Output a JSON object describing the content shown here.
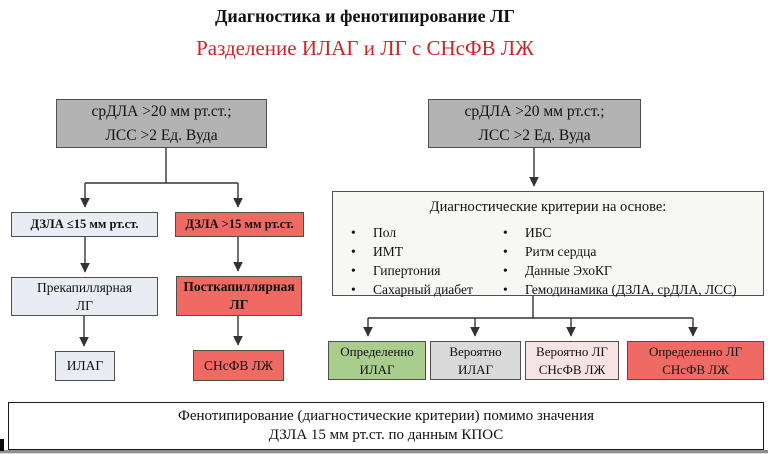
{
  "header": {
    "title": "Диагностика и фенотипирование ЛГ",
    "subtitle": "Разделение ИЛАГ и ЛГ с СНсФВ ЛЖ"
  },
  "left_chart": {
    "root": {
      "line1": "срДЛА >20 мм рт.ст.;",
      "line2": "ЛСС >2 Ед. Вуда"
    },
    "wedge_low": "ДЗЛА ≤15 мм рт.ст.",
    "wedge_high": "ДЗЛА >15 мм рт.ст.",
    "precapillary": {
      "line1": "Прекапиллярная",
      "line2": "ЛГ"
    },
    "postcapillary": {
      "line1": "Посткапиллярная",
      "line2": "ЛГ"
    },
    "ipah": "ИЛАГ",
    "hfpef": "СНсФВ ЛЖ"
  },
  "right_chart": {
    "root": {
      "line1": "срДЛА >20 мм рт.ст.;",
      "line2": "ЛСС >2 Ед. Вуда"
    },
    "criteria": {
      "title": "Диагностические критерии на основе:",
      "col1": [
        "Пол",
        "ИМТ",
        "Гипертония",
        "Сахарный диабет"
      ],
      "col2": [
        "ИБС",
        "Ритм сердца",
        "Данные ЭхоКГ",
        "Гемодинамика (ДЗЛА, срДЛА, ЛСС)"
      ]
    },
    "outcomes": [
      {
        "line1": "Определенно",
        "line2": "ИЛАГ",
        "color": "#a9cd8c"
      },
      {
        "line1": "Вероятно",
        "line2": "ИЛАГ",
        "color": "#d9d9d9"
      },
      {
        "line1": "Вероятно ЛГ",
        "line2": "СНсФВ ЛЖ",
        "color": "#f7e3e3"
      },
      {
        "line1": "Определенно ЛГ",
        "line2": "СНсФВ ЛЖ",
        "color": "#ee6a62"
      }
    ]
  },
  "footer": {
    "line1": "Фенотипирование (диагностические критерии) помимо значения",
    "line2": "ДЗЛА 15 мм рт.ст. по данным КПОС"
  },
  "colors": {
    "accent_red": "#c9252b",
    "gray_box": "#b3b3b3",
    "light_box": "#e9edf3",
    "red_box": "#ee6a62",
    "line": "#333333"
  }
}
